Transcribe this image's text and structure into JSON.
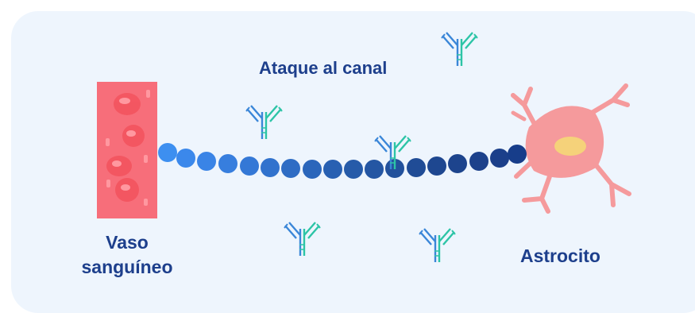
{
  "title": "Ataque al canal",
  "blood_vessel": {
    "line1": "Vaso",
    "line2": "sanguíneo"
  },
  "astrocyte": {
    "label": "Astrocito"
  },
  "colors": {
    "background": "#eef5fd",
    "text": "#1d3f8c",
    "vessel": "#f76e7a",
    "cell_blob": "#f47d82",
    "astrocyte": "#f59a9c",
    "nucleus": "#f5d27a",
    "chain_light": "#3d8ff0",
    "chain_dark": "#173d8a",
    "antibody_blue": "#3a86d8",
    "antibody_green": "#2cc4a6"
  },
  "icons": [
    "blood-vessel-icon",
    "red-blood-cell-icon",
    "astrocyte-icon",
    "antibody-icon",
    "channel-chain-icon"
  ]
}
